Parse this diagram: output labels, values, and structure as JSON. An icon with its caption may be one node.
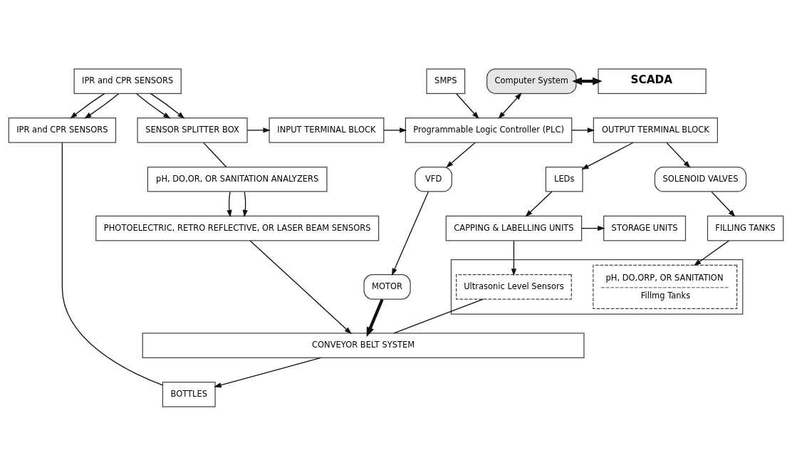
{
  "diagram": {
    "nodes": [
      {
        "text": [
          "SMPS"
        ]
      },
      {
        "text": [
          "Computer System"
        ]
      },
      {
        "text": [
          "SCADA"
        ]
      },
      {
        "text": [
          "SENSOR SPLITTER BOX"
        ]
      },
      {
        "text": [
          "INPUT TERMINAL BLOCK"
        ]
      },
      {
        "text": [
          "Programmable Logic Controller (PLC)"
        ]
      },
      {
        "text": [
          "OUTPUT TERMINAL BLOCK"
        ]
      },
      {
        "text": [
          "IPR and CPR SENSORS"
        ]
      },
      {
        "text": [
          "pH, DO,OR, OR SANITATION ANALYZERS"
        ]
      },
      {
        "text": [
          "VFD"
        ]
      },
      {
        "text": [
          "MOTOR"
        ]
      },
      {
        "text": [
          "SOLENOID VALVES"
        ]
      },
      {
        "text": [
          "LEDs"
        ]
      },
      {
        "text": [
          "FILLING TANKS"
        ]
      },
      {
        "text": [
          "CAPPING & LABELLING UNITS"
        ]
      },
      {
        "text": [
          "STORAGE UNITS"
        ]
      },
      {
        "text": [
          "IPR and CPR SENSORS"
        ]
      },
      {
        "text": [
          "BOTTLES"
        ]
      },
      {
        "text": [
          "PHOTOELECTRIC, RETRO REFLECTIVE, OR LASER BEAM SENSORS"
        ]
      },
      {
        "text": [],
        "shape": "box"
      },
      {
        "text": [
          "pH, DO,ORP, OR SANITATION",
          "Fillmg Tanks"
        ],
        "in": 19
      },
      {
        "text": [
          "Ultrasonic Level Sensors"
        ],
        "in": 19
      },
      {
        "text": [
          "CONVEYOR BELT SYSTEM"
        ]
      }
    ],
    "edges": [
      {
        "from": 0,
        "to": 5,
        "arrow": "to"
      },
      {
        "from": 1,
        "to": 2,
        "arrow": "both",
        "style": "thick"
      },
      {
        "from": 1,
        "to": 5,
        "arrow": "both"
      },
      {
        "from": 3,
        "to": 4,
        "arrow": "to"
      },
      {
        "from": 4,
        "to": 5,
        "arrow": "to"
      },
      {
        "from": 5,
        "to": 6,
        "arrow": "to"
      },
      {
        "from": 5,
        "to": 9,
        "arrow": "to"
      },
      {
        "from": 9,
        "to": 10,
        "arrow": "to"
      },
      {
        "from": 6,
        "to": 11,
        "arrow": "to"
      },
      {
        "from": 6,
        "to": 12,
        "arrow": "to"
      },
      {
        "from": 11,
        "to": 13,
        "arrow": "to"
      },
      {
        "from": 12,
        "to": 14,
        "arrow": "to"
      },
      {
        "from": 14,
        "to": 15,
        "arrow": "to"
      },
      {
        "from": 7,
        "to": 3,
        "arrow": "to"
      },
      {
        "from": 7,
        "to": 3,
        "arrow": "to"
      },
      {
        "from": 3,
        "to": 8,
        "arrow": "none"
      },
      {
        "from": 7,
        "to": 16,
        "arrow": "to"
      },
      {
        "from": 7,
        "to": 16,
        "arrow": "to"
      },
      {
        "from": 16,
        "to": 17,
        "arrow": "none"
      },
      {
        "from": 22,
        "to": 17,
        "arrow": "to"
      },
      {
        "from": 8,
        "to": 18,
        "arrow": "to"
      },
      {
        "from": 8,
        "to": 18,
        "arrow": "to"
      },
      {
        "from": 18,
        "to": 22,
        "arrow": "to"
      },
      {
        "from": 10,
        "to": 22,
        "arrow": "to",
        "style": "thick"
      },
      {
        "from": 13,
        "to": 20,
        "arrow": "to"
      },
      {
        "from": 14,
        "to": 21,
        "arrow": "to"
      },
      {
        "from": 21,
        "to": 22,
        "arrow": "none"
      }
    ]
  }
}
